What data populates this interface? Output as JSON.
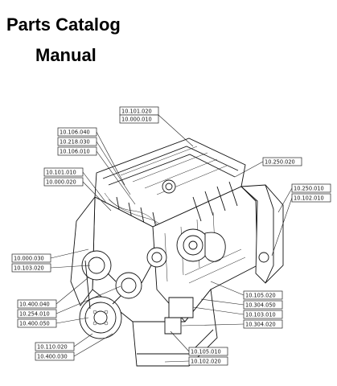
{
  "title_line1": "Parts Catalog",
  "title_line2": "Manual",
  "labels": [
    "10.101.020",
    "10.000.010",
    "10.106.040",
    "10.218.030",
    "10.106.010",
    "10.101.010",
    "10.000.020",
    "10.250.020",
    "10.250.010",
    "10.102.010",
    "10.000.030",
    "10.103.020",
    "10.400.040",
    "10.254.010",
    "10.400.050",
    "10.105.020",
    "10.304.050",
    "10.103.010",
    "10.304.020",
    "10.110.020",
    "10.400.030",
    "10.105.010",
    "10.102.020"
  ]
}
